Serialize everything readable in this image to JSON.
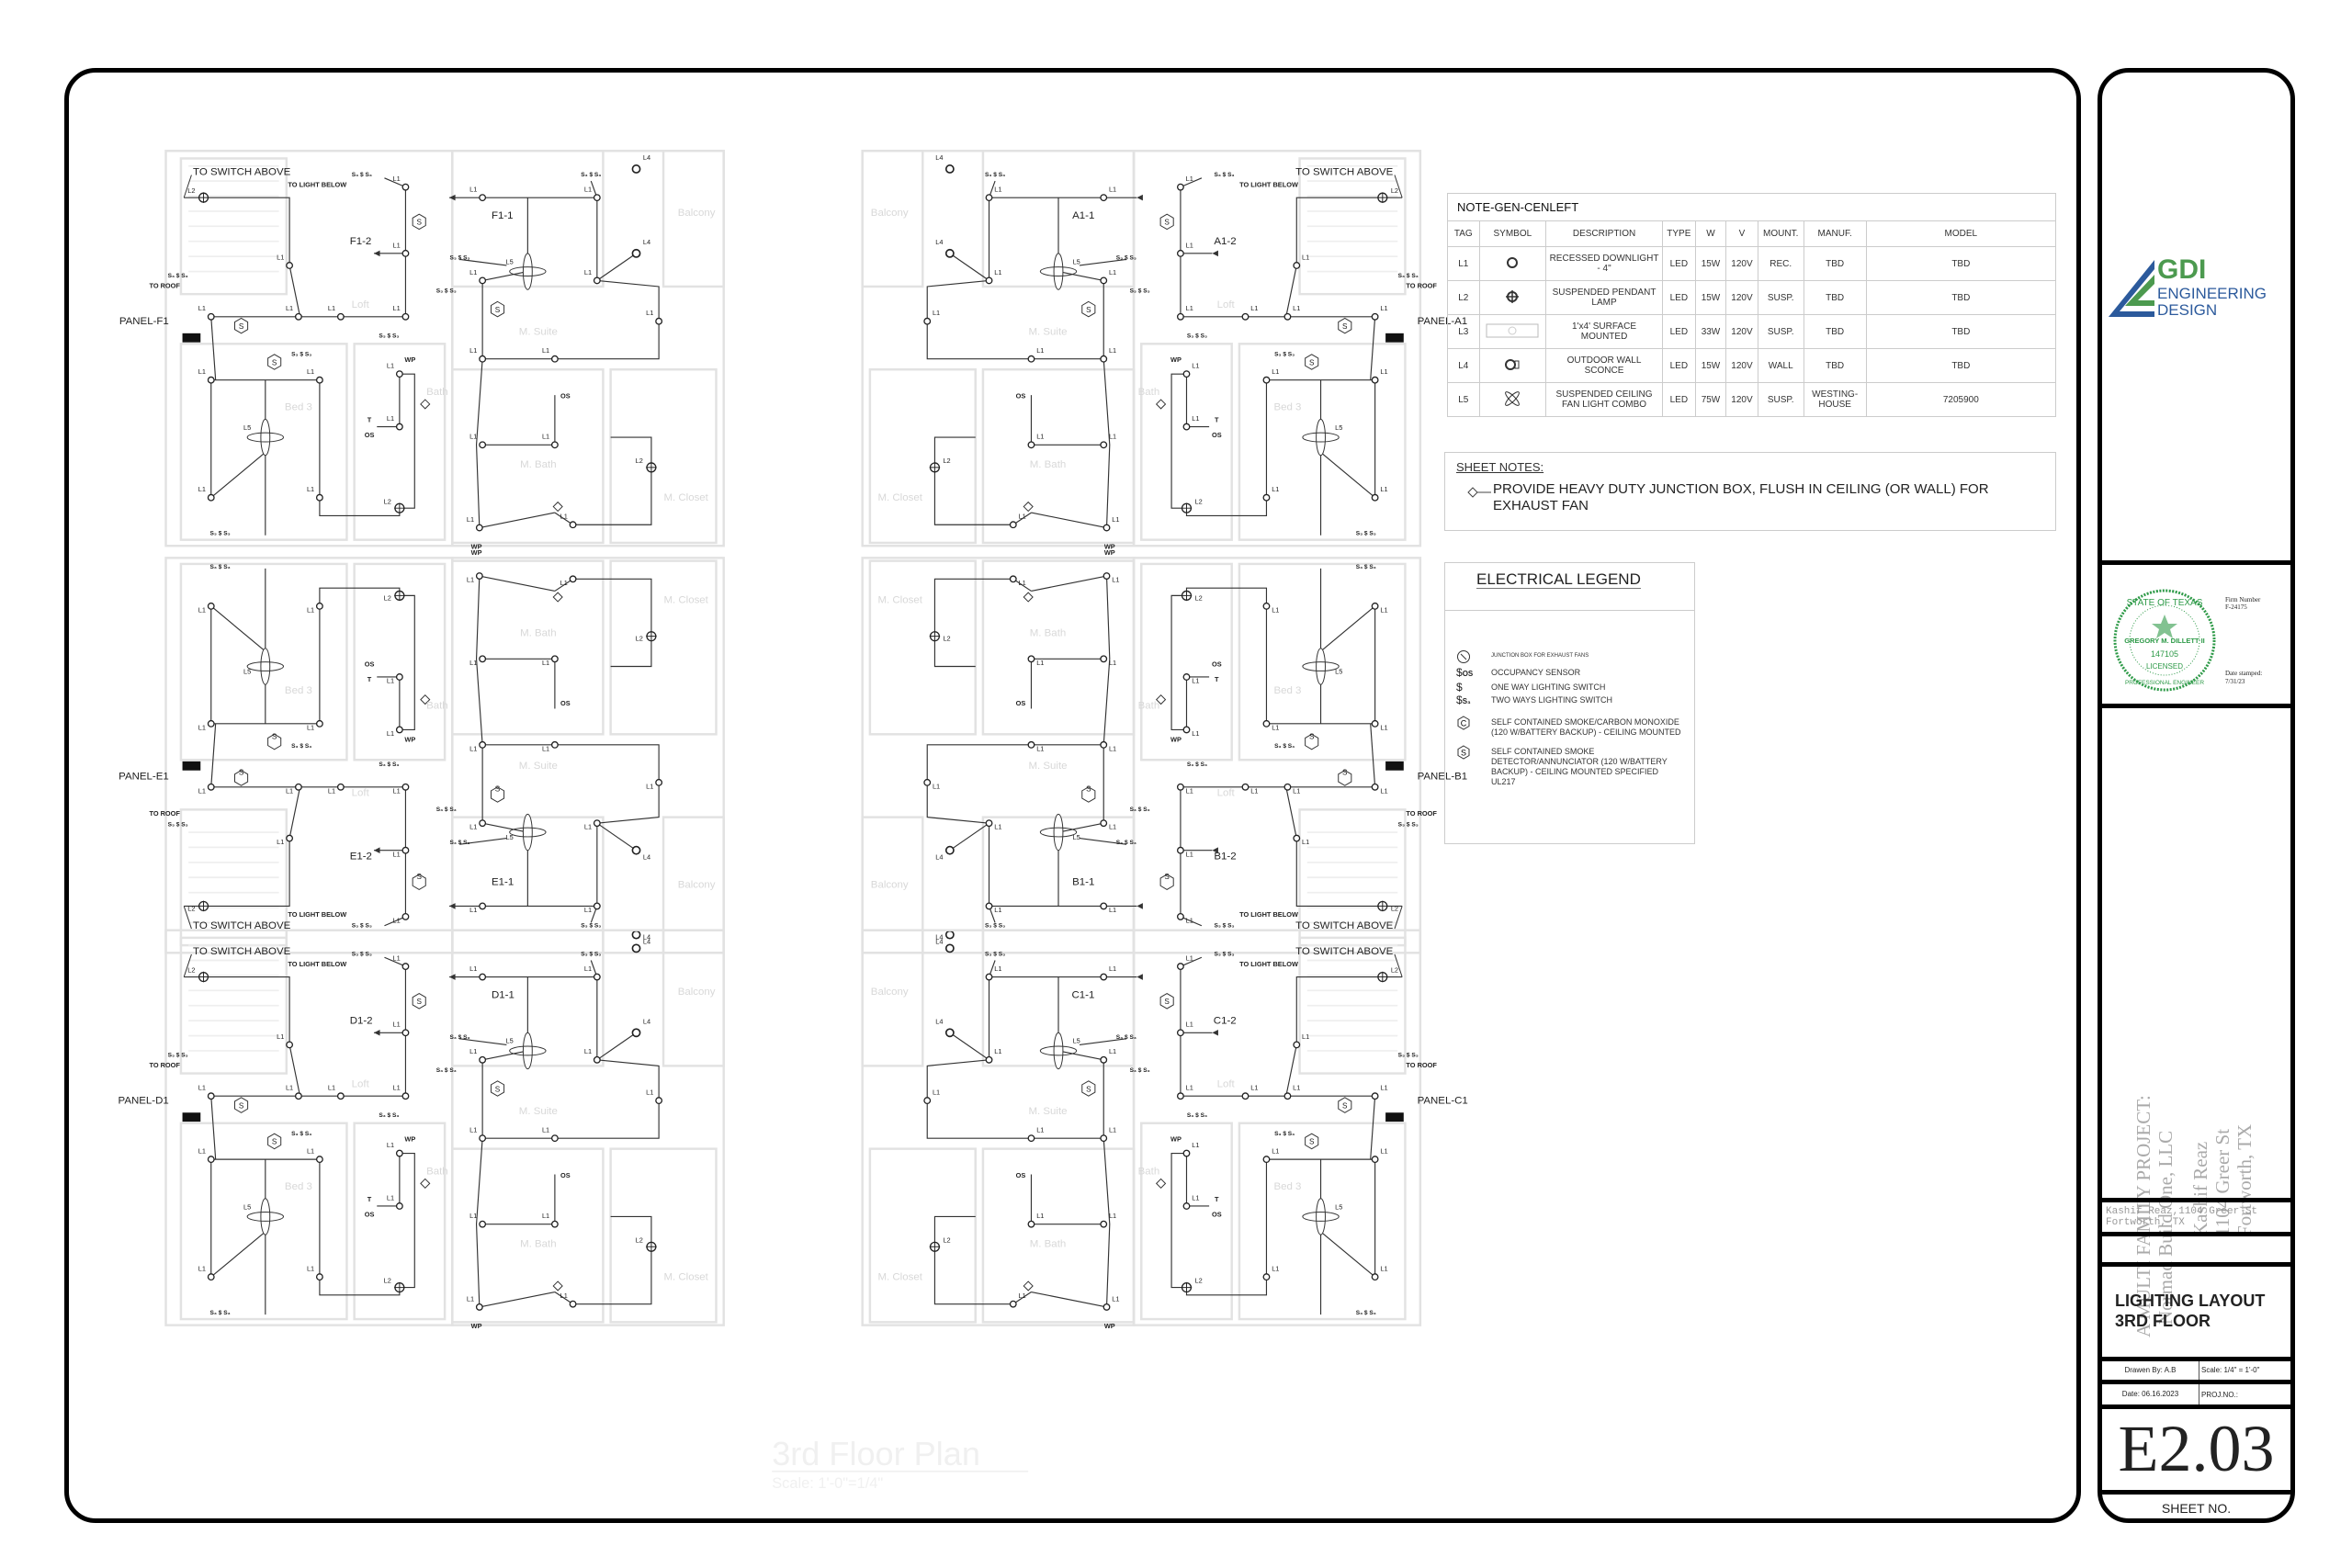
{
  "plan": {
    "title": "3rd Floor Plan",
    "scale": "Scale: 1'-0\"=1/4\"",
    "units": [
      {
        "unit": "F",
        "panel": "PANEL-F1",
        "circuit_1": "F1-1",
        "circuit_2": "F1-2"
      },
      {
        "unit": "E",
        "panel": "PANEL-E1",
        "circuit_1": "E1-1",
        "circuit_2": "E1-2"
      },
      {
        "unit": "D",
        "panel": "PANEL-D1",
        "circuit_1": "D1-1",
        "circuit_2": "D1-2"
      },
      {
        "unit": "A",
        "panel": "PANEL-A1",
        "circuit_1": "A1-1",
        "circuit_2": "A1-2"
      },
      {
        "unit": "B",
        "panel": "PANEL-B1",
        "circuit_1": "B1-1",
        "circuit_2": "B1-2"
      },
      {
        "unit": "C",
        "panel": "PANEL-C1",
        "circuit_1": "C1-1",
        "circuit_2": "C1-2"
      }
    ],
    "notes": {
      "switch_above": "TO SWITCH ABOVE",
      "light_below": "TO LIGHT BELOW",
      "roof": "TO ROOF"
    },
    "tags": {
      "L1": "L1",
      "L2": "L2",
      "L4": "L4",
      "L5": "L5",
      "WP": "WP",
      "OS": "OS",
      "T": "T",
      "S3": "S₃"
    },
    "rooms": {
      "loft": "Loft",
      "bed": "Bed 3",
      "bath": "Bath",
      "suite": "M. Suite",
      "mbath": "M. Bath",
      "closet": "M. Closet",
      "balcony": "Balcony"
    }
  },
  "fixture_schedule": {
    "caption": "NOTE-GEN-CENLEFT",
    "headers": [
      "TAG",
      "SYMBOL",
      "DESCRIPTION",
      "TYPE",
      "W",
      "V",
      "MOUNT.",
      "MANUF.",
      "MODEL"
    ],
    "rows": [
      {
        "tag": "L1",
        "symbol": "recessed-downlight-icon",
        "description": "RECESSED DOWNLIGHT - 4\"",
        "type": "LED",
        "w": "15W",
        "v": "120V",
        "mount": "REC.",
        "manuf": "TBD",
        "model": "TBD"
      },
      {
        "tag": "L2",
        "symbol": "pendant-lamp-icon",
        "description": "SUSPENDED PENDANT LAMP",
        "type": "LED",
        "w": "15W",
        "v": "120V",
        "mount": "SUSP.",
        "manuf": "TBD",
        "model": "TBD"
      },
      {
        "tag": "L3",
        "symbol": "surface-mounted-icon",
        "description": "1'x4' SURFACE MOUNTED",
        "type": "LED",
        "w": "33W",
        "v": "120V",
        "mount": "SUSP.",
        "manuf": "TBD",
        "model": "TBD"
      },
      {
        "tag": "L4",
        "symbol": "wall-sconce-icon",
        "description": "OUTDOOR WALL SCONCE",
        "type": "LED",
        "w": "15W",
        "v": "120V",
        "mount": "WALL",
        "manuf": "TBD",
        "model": "TBD"
      },
      {
        "tag": "L5",
        "symbol": "ceiling-fan-icon",
        "description": "SUSPENDED CEILING FAN LIGHT COMBO",
        "type": "LED",
        "w": "75W",
        "v": "120V",
        "mount": "SUSP.",
        "manuf": "WESTING-HOUSE",
        "model": "7205900"
      }
    ]
  },
  "sheet_notes": {
    "heading": "SHEET NOTES:",
    "note": "PROVIDE HEAVY DUTY JUNCTION BOX, FLUSH IN CEILING  (OR WALL) FOR EXHAUST FAN"
  },
  "legend": {
    "title": "ELECTRICAL LEGEND",
    "items": [
      {
        "icon": "junction-box-icon",
        "label": "JUNCTION BOX FOR EXHAUST FANS"
      },
      {
        "icon": "occupancy-sensor-icon",
        "label": "OCCUPANCY SENSOR",
        "sub": "OS"
      },
      {
        "icon": "one-way-switch-icon",
        "label": "ONE WAY LIGHTING SWITCH"
      },
      {
        "icon": "two-way-switch-icon",
        "label": "TWO WAYS LIGHTING SWITCH",
        "sub": "S₃"
      },
      {
        "icon": "smoke-co-detector-icon",
        "label": "SELF CONTAINED SMOKE/CARBON MONOXIDE (120 W/BATTERY BACKUP) - CEILING MOUNTED"
      },
      {
        "icon": "smoke-detector-icon",
        "label": "SELF CONTAINED SMOKE DETECTOR/ANNUNCIATOR (120 W/BATTERY BACKUP) - CEILING MOUNTED SPECIFIED UL217"
      }
    ]
  },
  "title_block": {
    "logo": {
      "line1": "GDI",
      "line2": "ENGINEERING",
      "line3": "DESIGN",
      "blue": "#2c5a9c",
      "green": "#4c9a4f"
    },
    "stamp": {
      "firm": "Firm Number",
      "firm_no": "F-24175",
      "top": "STATE OF TEXAS",
      "name": "GREGORY M. DILLETT II",
      "number": "147105",
      "licensed": "LICENSED",
      "bottom": "PROFESSIONAL ENGINEER",
      "date_label": "Date stamped:",
      "date": "7/31/23",
      "color": "#2e9a48"
    },
    "project": {
      "line1": "A MULTI FAMILY PROJECT:",
      "line2": "Normad Build One, LLC",
      "line3": "Kashif Reaz",
      "line4": "1104 Greer St",
      "line5": "Fortworth, TX"
    },
    "address": {
      "line1": "Kashif Reaz,1104 Greer St",
      "line2": "Fortworth, TX"
    },
    "sheet_title": {
      "line1": "LIGHTING LAYOUT",
      "line2": "3RD FLOOR"
    },
    "drawn_by": "Drawen By: A.B",
    "scale": "Scale:   1/4\" = 1'-0\"",
    "date": "Date:   06.16.2023",
    "proj_no": "PROJ.NO.:",
    "sheet_number": "E2.03",
    "sheet_label": "SHEET NO."
  }
}
